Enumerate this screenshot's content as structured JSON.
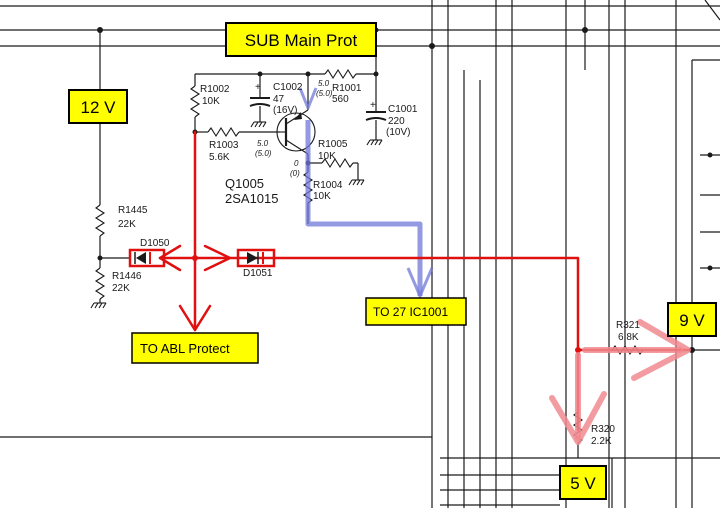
{
  "labels": {
    "sub_main_prot": "SUB Main Prot",
    "v12": "12 V",
    "v9": "9 V",
    "v5": "5 V",
    "to_abl": "TO ABL Protect",
    "to_ic": "TO 27 IC1001"
  },
  "components": {
    "r1002": [
      "R1002",
      "10K"
    ],
    "c1002": [
      "C1002",
      "47",
      "(16V)"
    ],
    "r1001": [
      "R1001",
      "560"
    ],
    "c1001": [
      "C1001",
      "220",
      "(10V)"
    ],
    "r1003": [
      "R1003",
      "5.6K"
    ],
    "r1005": [
      "R1005",
      "10K"
    ],
    "r1004": [
      "R1004",
      "10K"
    ],
    "q1005": [
      "Q1005",
      "2SA1015"
    ],
    "r1445": [
      "R1445",
      "22K"
    ],
    "r1446": [
      "R1446",
      "22K"
    ],
    "d1050": "D1050",
    "d1051": "D1051",
    "r321": [
      "R321",
      "6.8K"
    ],
    "r320": [
      "R320",
      "2.2K"
    ]
  },
  "voltages": {
    "emitter": [
      "5.0",
      "(5.0)"
    ],
    "base": [
      "5.0",
      "(5.0)"
    ],
    "collector": [
      "0",
      "(0)"
    ]
  },
  "colors": {
    "highlight_box": "#ffff00",
    "red_trace": "#e01010",
    "blue_trace": "#6f78d8",
    "pink_arrow": "#f08a8f"
  }
}
